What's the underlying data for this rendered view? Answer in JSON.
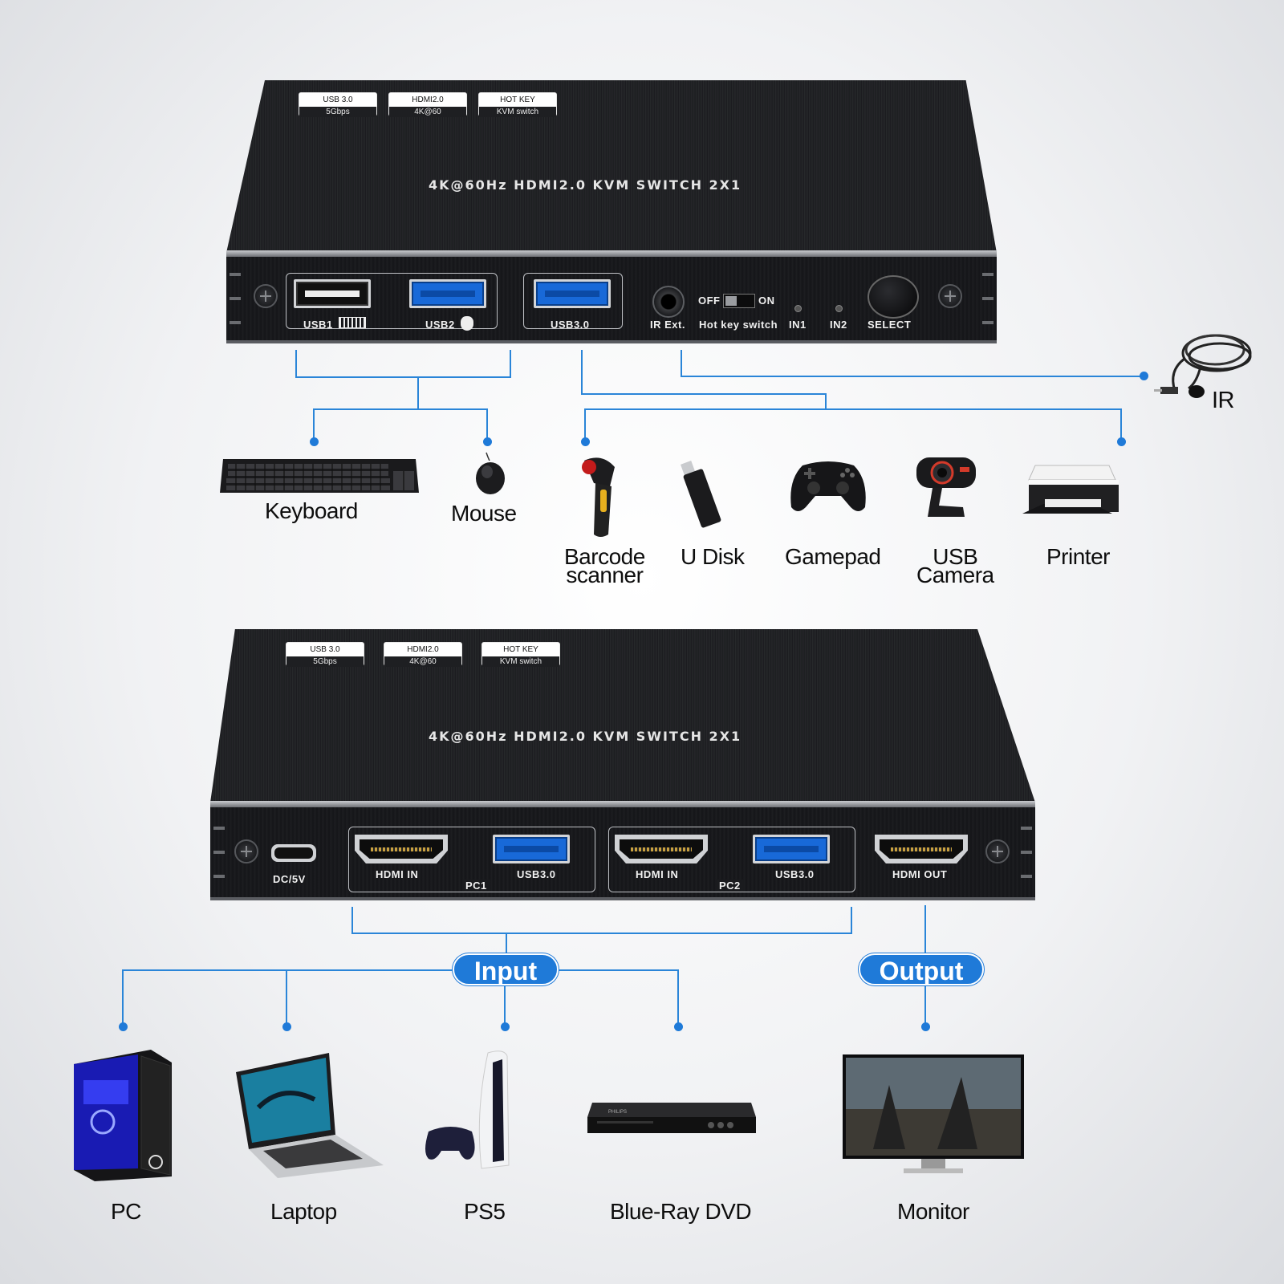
{
  "device": {
    "badges": [
      {
        "line1": "USB 3.0",
        "line2": "5Gbps"
      },
      {
        "line1": "HDMI2.0",
        "line2": "4K@60"
      },
      {
        "line1": "HOT KEY",
        "line2": "KVM switch"
      }
    ],
    "title": "4K@60Hz HDMI2.0 KVM SWITCH 2X1"
  },
  "top_panel": {
    "usb1": "USB1",
    "usb2": "USB2",
    "usb3": "USB3.0",
    "ir_ext": "IR Ext.",
    "off": "OFF",
    "on": "ON",
    "hotkey_switch": "Hot key switch",
    "in1": "IN1",
    "in2": "IN2",
    "select": "SELECT"
  },
  "bottom_panel": {
    "dc": "DC/5V",
    "hdmi_in": "HDMI IN",
    "usb30": "USB3.0",
    "pc1": "PC1",
    "pc2": "PC2",
    "hdmi_out": "HDMI OUT"
  },
  "ir_label": "IR",
  "usb_devices": [
    {
      "label": "Keyboard"
    },
    {
      "label": "Mouse"
    },
    {
      "line1": "Barcode",
      "line2": "scanner"
    },
    {
      "label": "U Disk"
    },
    {
      "label": "Gamepad"
    },
    {
      "line1": "USB",
      "line2": "Camera"
    },
    {
      "label": "Printer"
    }
  ],
  "input_label": "Input",
  "output_label": "Output",
  "input_devices": [
    "PC",
    "Laptop",
    "PS5",
    "Blue-Ray DVD"
  ],
  "output_devices": [
    "Monitor"
  ],
  "product_marks": {
    "dvd_brand": "PHILIPS"
  },
  "colors": {
    "accent": "#1f7ad8",
    "device_body": "#1e1f22",
    "usb_port": "#1869d8"
  }
}
